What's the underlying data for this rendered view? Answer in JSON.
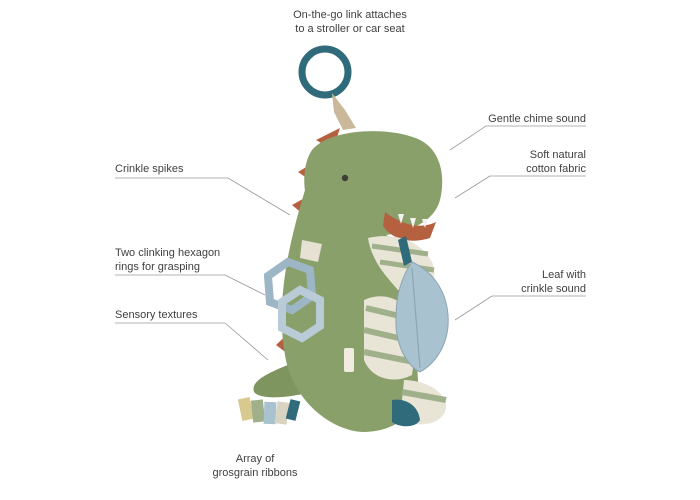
{
  "callouts": {
    "link": [
      "On-the-go link attaches",
      "to a stroller or car seat"
    ],
    "chime": "Gentle chime sound",
    "cotton": [
      "Soft natural",
      "cotton fabric"
    ],
    "spikes": "Crinkle spikes",
    "rings": [
      "Two clinking hexagon",
      "rings for grasping"
    ],
    "sensory": "Sensory textures",
    "leaf": [
      "Leaf with",
      "crinkle sound"
    ],
    "ribbons": [
      "Array of",
      "grosgrain ribbons"
    ]
  },
  "colors": {
    "dino_green": "#8aa06a",
    "dino_green_dark": "#6f8652",
    "spike_rust": "#b5613f",
    "link_teal": "#2f6b7a",
    "ring_blue": "#9cb6c6",
    "leaf_blue": "#a9c2cf",
    "stripe_cream": "#e8e4d6",
    "stripe_green": "#9fb08a"
  }
}
